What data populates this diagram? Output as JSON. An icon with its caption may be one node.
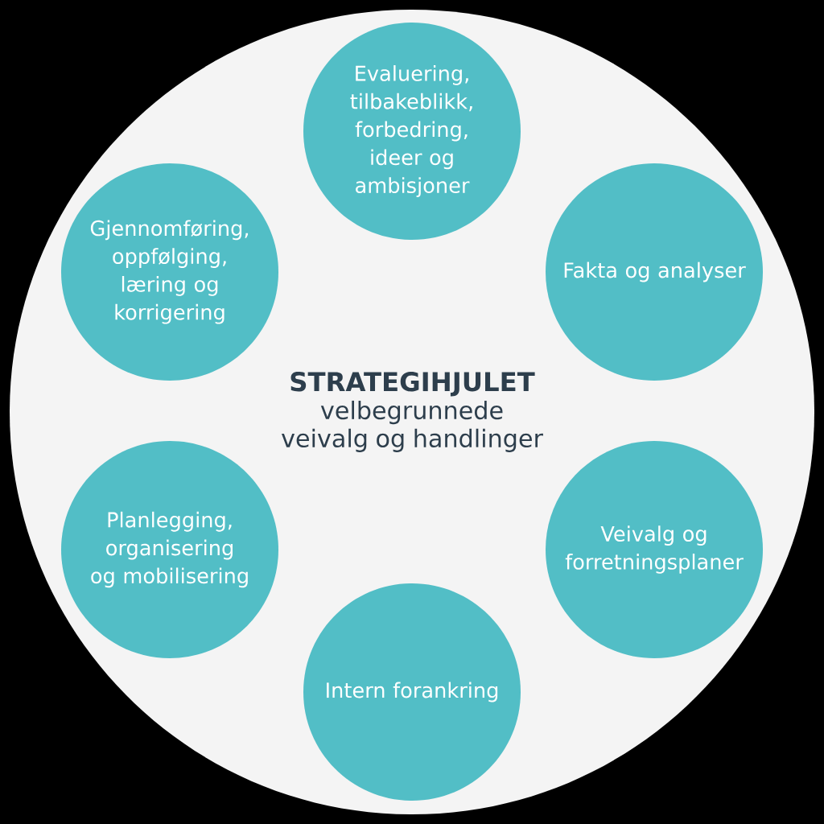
{
  "diagram": {
    "nodes": [
      {
        "text": [
          "STRATEGIHJULET",
          "velbegrunnede veivalg og handlinger"
        ]
      },
      {
        "text": [
          "Evaluering, tilbakeblikk, forbedring, ideer og ambisjoner"
        ],
        "in": 0
      },
      {
        "text": [
          "Fakta og analyser"
        ],
        "in": 0
      },
      {
        "text": [
          "Veivalg og forretningsplaner"
        ],
        "in": 0
      },
      {
        "text": [
          "Intern forankring"
        ],
        "in": 0
      },
      {
        "text": [
          "Planlegging, organisering og mobilisering"
        ],
        "in": 0
      },
      {
        "text": [
          "Gjennomføring, oppfølging, læring og korrigering"
        ],
        "in": 0
      }
    ]
  }
}
